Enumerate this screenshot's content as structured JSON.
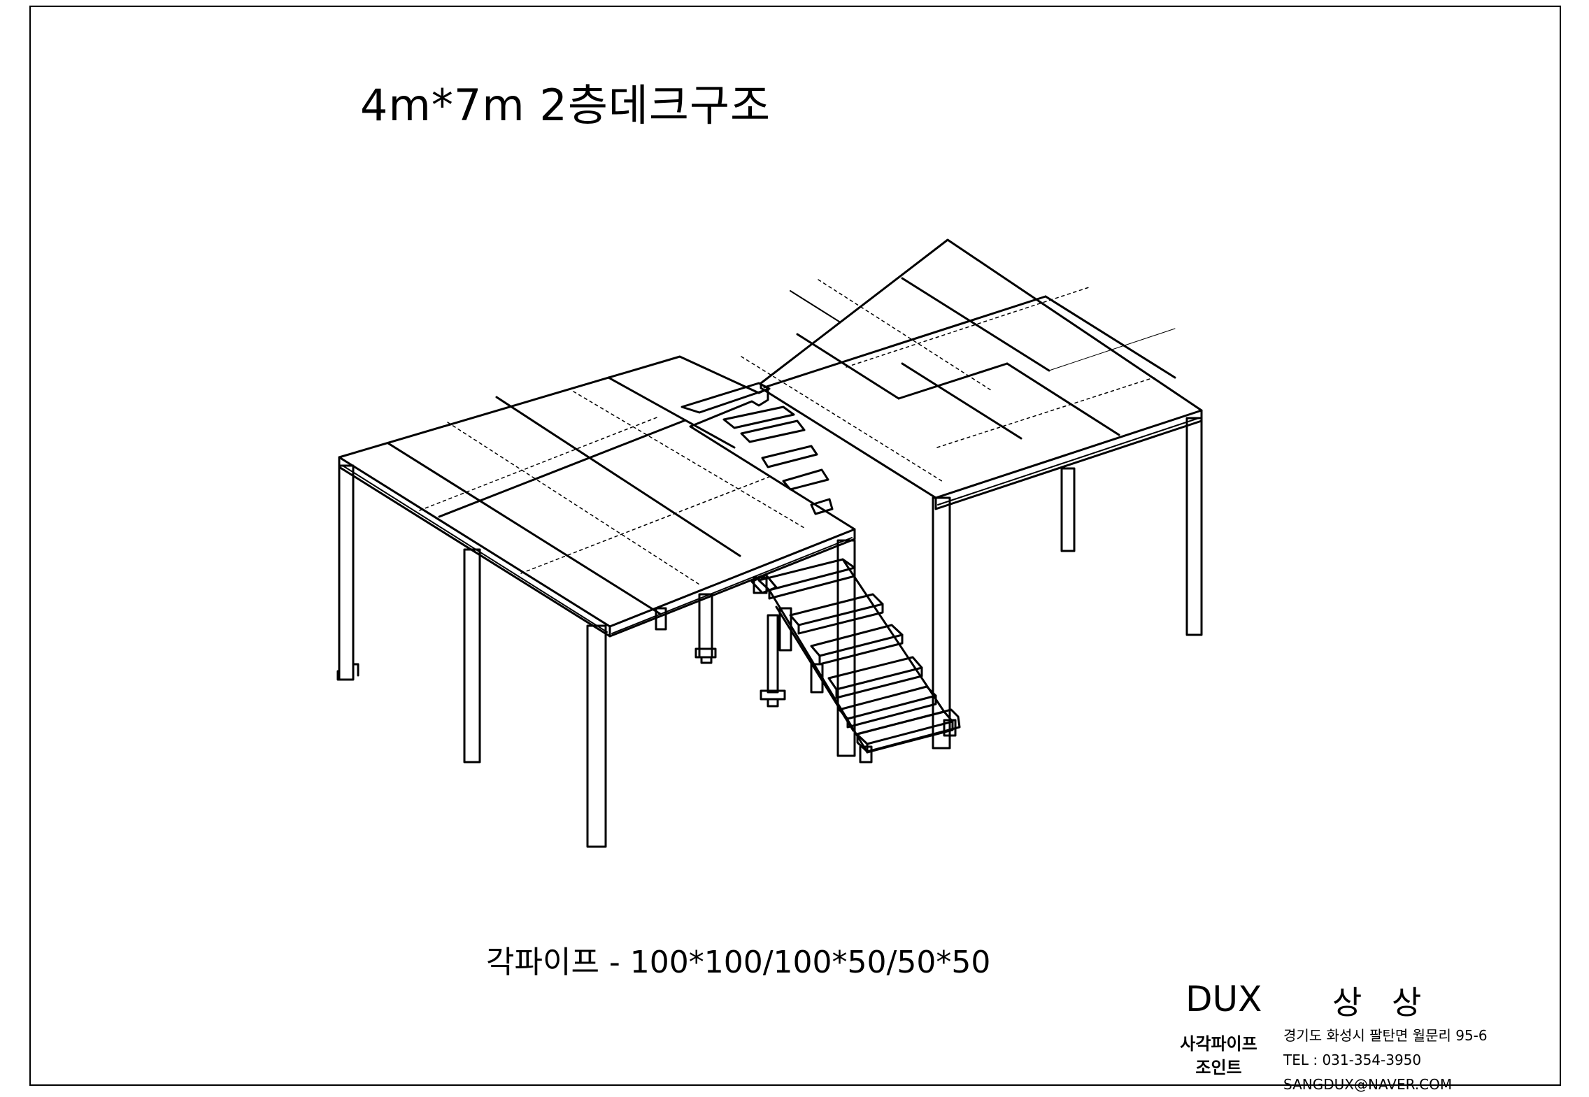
{
  "title": "4m*7m 2층데크구조",
  "material_spec": "각파이프 - 100*100/100*50/50*50",
  "title_block": {
    "brand": "DUX",
    "company": "상 상",
    "product_line1": "사각파이프",
    "product_line2": "조인트",
    "address": "경기도 화성시 팔탄면 월문리 95-6",
    "tel": "TEL : 031-354-3950",
    "email": "SANGDUX@NAVER.COM"
  }
}
